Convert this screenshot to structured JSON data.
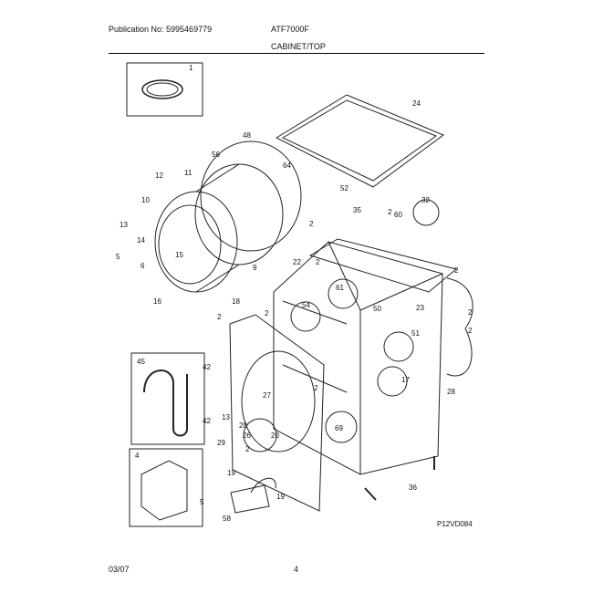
{
  "header": {
    "publication": "Publication No: 5995469779",
    "model": "ATF7000F",
    "section": "CABINET/TOP"
  },
  "footer": {
    "date": "03/07",
    "page": "4"
  },
  "diagram_code": "P12VD084",
  "callouts": [
    "1",
    "24",
    "48",
    "56",
    "12",
    "11",
    "10",
    "13",
    "14",
    "15",
    "5",
    "6",
    "9",
    "16",
    "18",
    "52",
    "64",
    "35",
    "2",
    "60",
    "32",
    "22",
    "2",
    "61",
    "50",
    "54",
    "23",
    "51",
    "17",
    "2",
    "2",
    "28",
    "45",
    "42",
    "42",
    "13",
    "27",
    "28",
    "26",
    "20",
    "29",
    "69",
    "4",
    "5",
    "19",
    "19",
    "58",
    "36",
    "2",
    "2",
    "2",
    "2",
    "2",
    "2"
  ]
}
